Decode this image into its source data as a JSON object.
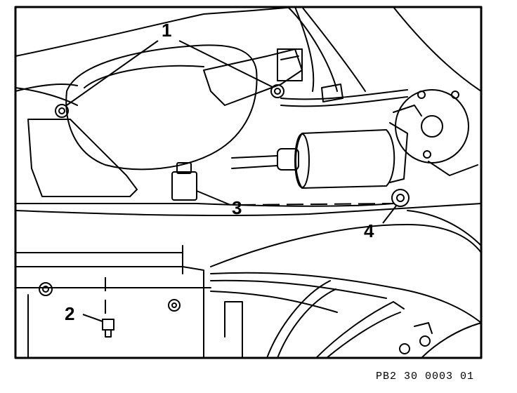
{
  "figure": {
    "callouts": [
      {
        "id": "1",
        "label": "1"
      },
      {
        "id": "2",
        "label": "2"
      },
      {
        "id": "3",
        "label": "3"
      },
      {
        "id": "4",
        "label": "4"
      }
    ],
    "code": "PB2 30 0003 01"
  }
}
